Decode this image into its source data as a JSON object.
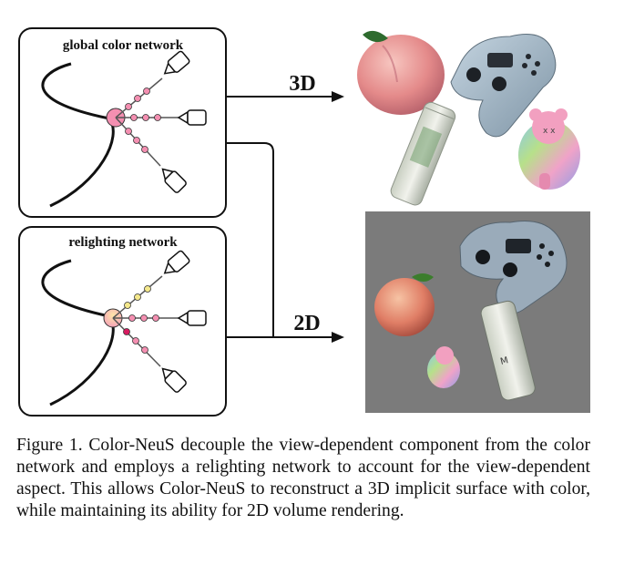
{
  "diagram": {
    "panel_top": {
      "title": "global color network"
    },
    "panel_bottom": {
      "title": "relighting network"
    },
    "arrow_3d": {
      "label": "3D"
    },
    "arrow_2d": {
      "label": "2D"
    },
    "node_colors": {
      "pink": "#f48fb1",
      "pink_dark": "#d81b60",
      "yellow": "#f4e88c",
      "gradient_top": "#f48fb1",
      "gradient_bottom": "#ffe082"
    },
    "render_2d_background": "#7b7b7b",
    "objects": [
      "peach",
      "game-controller",
      "beverage-can",
      "teddy-bear"
    ]
  },
  "caption": {
    "text": "Figure 1.  Color-NeuS decouple the view-dependent component from the color network and employs a relighting network to account for the view-dependent aspect. This allows Color-NeuS to reconstruct a 3D implicit surface with color, while maintaining its ability for 2D volume rendering."
  }
}
